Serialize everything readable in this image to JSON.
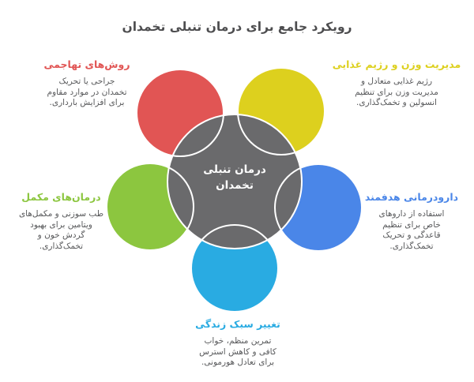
{
  "title": "رویکرد جامع برای درمان تنبلی تخمدان",
  "text_colors": {
    "title": "#4D4D4F",
    "description": "#58595B"
  },
  "diagram": {
    "outline_color": "#FFFFFF"
  },
  "center": {
    "label": "درمان تنبلی\nتخمدان",
    "color": "#6A6A6C",
    "text_color": "#FFFFFF"
  },
  "nodes": [
    {
      "id": "invasive-methods",
      "position": "top-left",
      "color": "#E15554",
      "heading": "روش‌های تهاجمی",
      "description": "جراحی یا تحریک\nتخمدان در موارد مقاوم\nبرای افزایش بارداری."
    },
    {
      "id": "weight-and-diet-management",
      "position": "top-right",
      "color": "#DDD01E",
      "heading": "مدیریت وزن و رژیم غذایی",
      "description": "رژیم غذایی متعادل و\nمدیریت وزن برای تنظیم\nانسولین و تخمک‌گذاری."
    },
    {
      "id": "complementary-therapies",
      "position": "left",
      "color": "#8CC63F",
      "heading": "درمان‌های مکمل",
      "description": "طب سوزنی و مکمل‌های\nویتامین برای بهبود\nگردش خون و\nتخمک‌گذاری."
    },
    {
      "id": "targeted-drug-therapy",
      "position": "right",
      "color": "#4A86E8",
      "heading": "دارودرمانی هدفمند",
      "description": "استفاده از داروهای\nخاص برای تنظیم\nقاعدگی و تحریک\nتخمک‌گذاری."
    },
    {
      "id": "lifestyle-change",
      "position": "bottom",
      "color": "#29ABE2",
      "heading": "تغییر سبک زندگی",
      "description": "تمرین منظم، خواب\nکافی و کاهش استرس\nبرای تعادل هورمونی."
    }
  ]
}
